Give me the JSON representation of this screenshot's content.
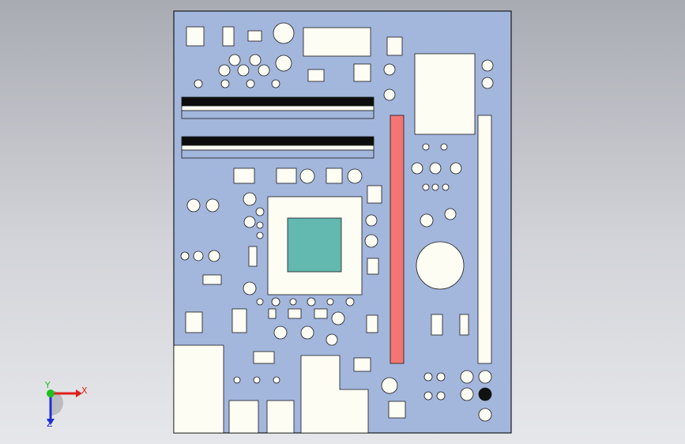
{
  "viewport": {
    "background_top": "#a9abb3",
    "background_bottom": "#e6e7ea"
  },
  "board": {
    "fill_color": "#a3b6dc",
    "outline_color": "#1a1a1a",
    "component_color": "#fdfdf4",
    "slot_dark_color": "#0d0d0d",
    "pcie_color": "#f47674",
    "cpu_die_color": "#63b8b0",
    "dark_component_color": "#111111"
  },
  "triad": {
    "x_label": "X",
    "y_label": "Y",
    "z_label": "Z",
    "x_color": "#e0201a",
    "y_color": "#1fbf1f",
    "z_color": "#2030d0"
  }
}
